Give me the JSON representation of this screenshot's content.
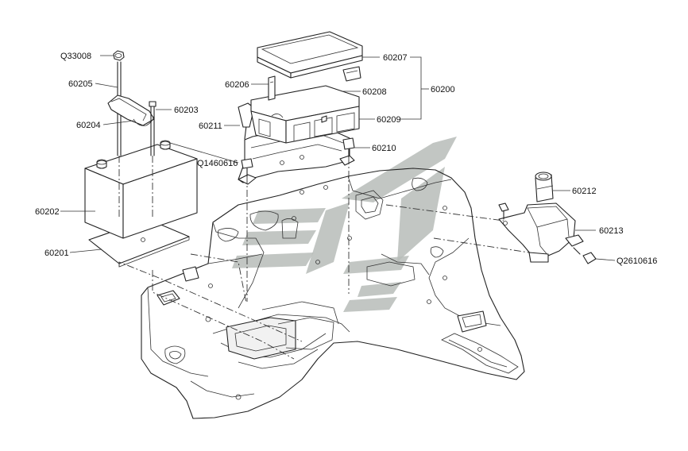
{
  "diagram": {
    "parts": [
      {
        "id": "q33008",
        "label": "Q33008"
      },
      {
        "id": "60205",
        "label": "60205"
      },
      {
        "id": "60204",
        "label": "60204"
      },
      {
        "id": "60203",
        "label": "60203"
      },
      {
        "id": "q1460616",
        "label": "Q1460616"
      },
      {
        "id": "60202",
        "label": "60202"
      },
      {
        "id": "60201",
        "label": "60201"
      },
      {
        "id": "60206",
        "label": "60206"
      },
      {
        "id": "60211",
        "label": "60211"
      },
      {
        "id": "60207",
        "label": "60207"
      },
      {
        "id": "60208",
        "label": "60208"
      },
      {
        "id": "60209",
        "label": "60209"
      },
      {
        "id": "60210",
        "label": "60210"
      },
      {
        "id": "60200",
        "label": "60200"
      },
      {
        "id": "60212",
        "label": "60212"
      },
      {
        "id": "60213",
        "label": "60213"
      },
      {
        "id": "q2610616",
        "label": "Q2610616"
      }
    ],
    "colors": {
      "line": "#222222",
      "watermark": "#b7bcb9",
      "background": "#ffffff"
    }
  }
}
